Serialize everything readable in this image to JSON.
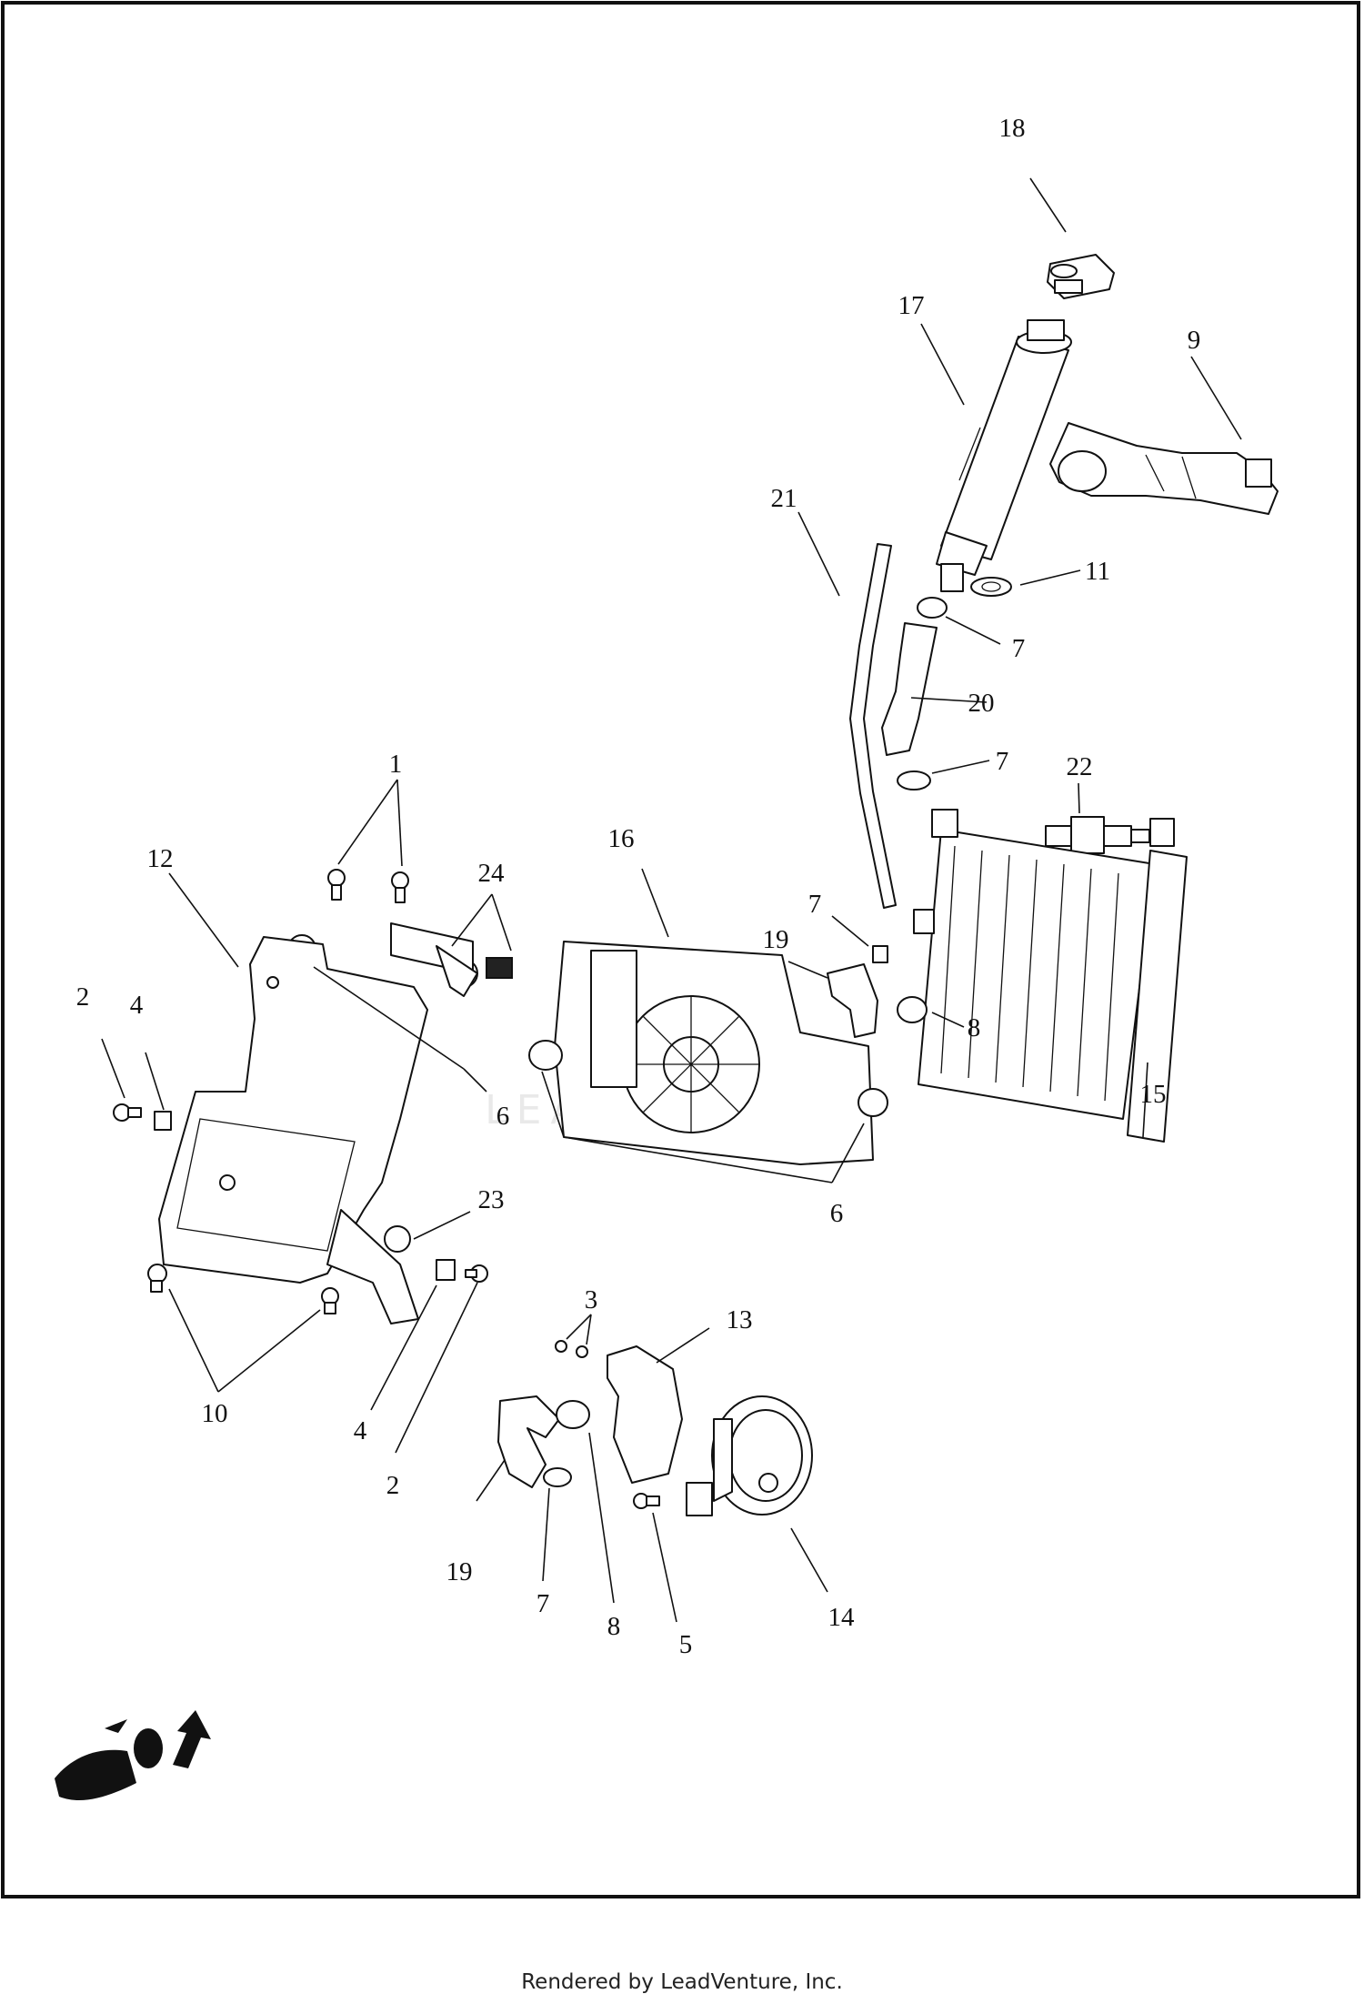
{
  "callouts": [
    {
      "label": "18"
    },
    {
      "label": "17"
    },
    {
      "label": "9"
    },
    {
      "label": "21"
    },
    {
      "label": "11"
    },
    {
      "label": "7"
    },
    {
      "label": "20"
    },
    {
      "label": "7"
    },
    {
      "label": "22"
    },
    {
      "label": "1"
    },
    {
      "label": "12"
    },
    {
      "label": "24"
    },
    {
      "label": "16"
    },
    {
      "label": "7"
    },
    {
      "label": "19"
    },
    {
      "label": "8"
    },
    {
      "label": "15"
    },
    {
      "label": "2"
    },
    {
      "label": "4"
    },
    {
      "label": "6"
    },
    {
      "label": "6"
    },
    {
      "label": "23"
    },
    {
      "label": "3"
    },
    {
      "label": "13"
    },
    {
      "label": "10"
    },
    {
      "label": "4"
    },
    {
      "label": "2"
    },
    {
      "label": "19"
    },
    {
      "label": "7"
    },
    {
      "label": "8"
    },
    {
      "label": "5"
    },
    {
      "label": "14"
    }
  ],
  "watermark": "LEADVENTURE",
  "footer": "Rendered by LeadVenture, Inc."
}
